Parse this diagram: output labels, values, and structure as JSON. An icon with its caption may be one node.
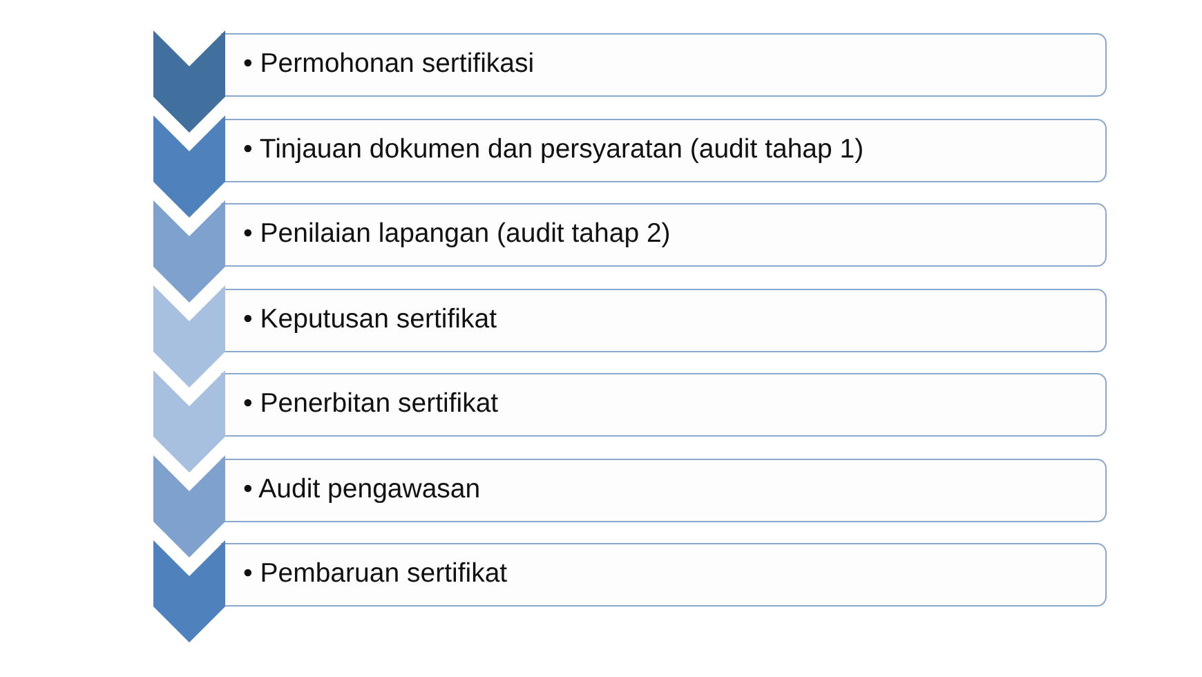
{
  "diagram": {
    "nodes": [
      {
        "text": [
          "• Permohonan sertifikasi"
        ]
      },
      {
        "text": [
          "• Tinjauan dokumen dan persyaratan (audit tahap 1)"
        ]
      },
      {
        "text": [
          "• Penilaian lapangan (audit tahap 2)"
        ]
      },
      {
        "text": [
          "• Keputusan sertifikat"
        ]
      },
      {
        "text": [
          "• Penerbitan sertifikat"
        ]
      },
      {
        "text": [
          "• Audit pengawasan"
        ]
      },
      {
        "text": [
          "• Pembaruan sertifikat"
        ]
      }
    ]
  }
}
